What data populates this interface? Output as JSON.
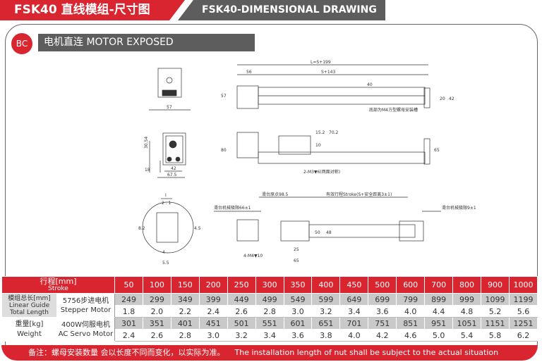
{
  "header": {
    "title_cn": "FSK40 直线模组-尺寸图",
    "title_en": "FSK40-DIMENSIONAL DRAWING"
  },
  "section": {
    "badge": "BC",
    "title": "电机直连   MOTOR EXPOSED"
  },
  "drawing": {
    "end_view": {
      "w57": "57"
    },
    "side_view": {
      "d3054": "30.54",
      "d18": "18",
      "d42": "42",
      "d675": "67.5"
    },
    "detail": {
      "title_top": "I",
      "title_bottom": "2 : 1",
      "d82": "8.2",
      "d45": "4.5",
      "d4": "4",
      "d55": "5.5"
    },
    "top_view": {
      "L": "L=S+199",
      "d56": "56",
      "S143": "S+143",
      "d57": "57",
      "d40": "40",
      "d20": "20",
      "d42": "42",
      "note": "底部为M4方型螺母安装槽"
    },
    "front_view": {
      "d152": "15.2",
      "d702": "70.2",
      "d10": "10",
      "d80": "80",
      "d65": "65",
      "note": "2-M3▼6(两面对称)"
    },
    "plan_view": {
      "origin": "滑台原点98.5",
      "stroke": "有效行程Stroke(S+安全距离3±1)",
      "limit_left": "滑台机械极限66±1",
      "limit_right": "滑台机械极限9±1",
      "d50": "50",
      "d48": "48",
      "d25": "25",
      "d65": "65",
      "note": "4-M4▼10"
    }
  },
  "table": {
    "stroke_label_cn": "行程[mm]",
    "stroke_label_en": "Stroke",
    "strokes": [
      "50",
      "100",
      "150",
      "200",
      "250",
      "300",
      "350",
      "400",
      "450",
      "500",
      "600",
      "700",
      "800",
      "900",
      "1000"
    ],
    "length_label_cn": "模组总长[mm]",
    "length_label_en1": "Linear Guide",
    "length_label_en2": "Total Length",
    "stepper_cn": "5756步进电机",
    "stepper_en": "Stepper Motor",
    "stepper_length": [
      "249",
      "299",
      "349",
      "399",
      "449",
      "499",
      "549",
      "599",
      "649",
      "699",
      "799",
      "899",
      "999",
      "1099",
      "1199"
    ],
    "stepper_weight": [
      "1.8",
      "2.0",
      "2.2",
      "2.4",
      "2.6",
      "2.8",
      "3.0",
      "3.2",
      "3.4",
      "3.6",
      "4.0",
      "4.4",
      "4.8",
      "5.2",
      "5.6"
    ],
    "weight_label_cn": "重量[kg]",
    "weight_label_en": "Weight",
    "servo_cn": "400W伺服电机",
    "servo_en": "AC Servo Motor",
    "servo_length": [
      "301",
      "351",
      "401",
      "451",
      "501",
      "551",
      "601",
      "651",
      "701",
      "751",
      "851",
      "951",
      "1051",
      "1151",
      "1251"
    ],
    "servo_weight": [
      "2.4",
      "2.6",
      "2.8",
      "3.0",
      "3.2",
      "3.4",
      "3.6",
      "3.8",
      "4.0",
      "4.2",
      "4.6",
      "5.0",
      "5.4",
      "5.8",
      "6.2"
    ]
  },
  "footer": {
    "note_cn": "备注：螺母安装数量 会以长度不同而变化，以实际为准。",
    "note_en": "The installation length of nut shall be subject to the actual situation"
  }
}
